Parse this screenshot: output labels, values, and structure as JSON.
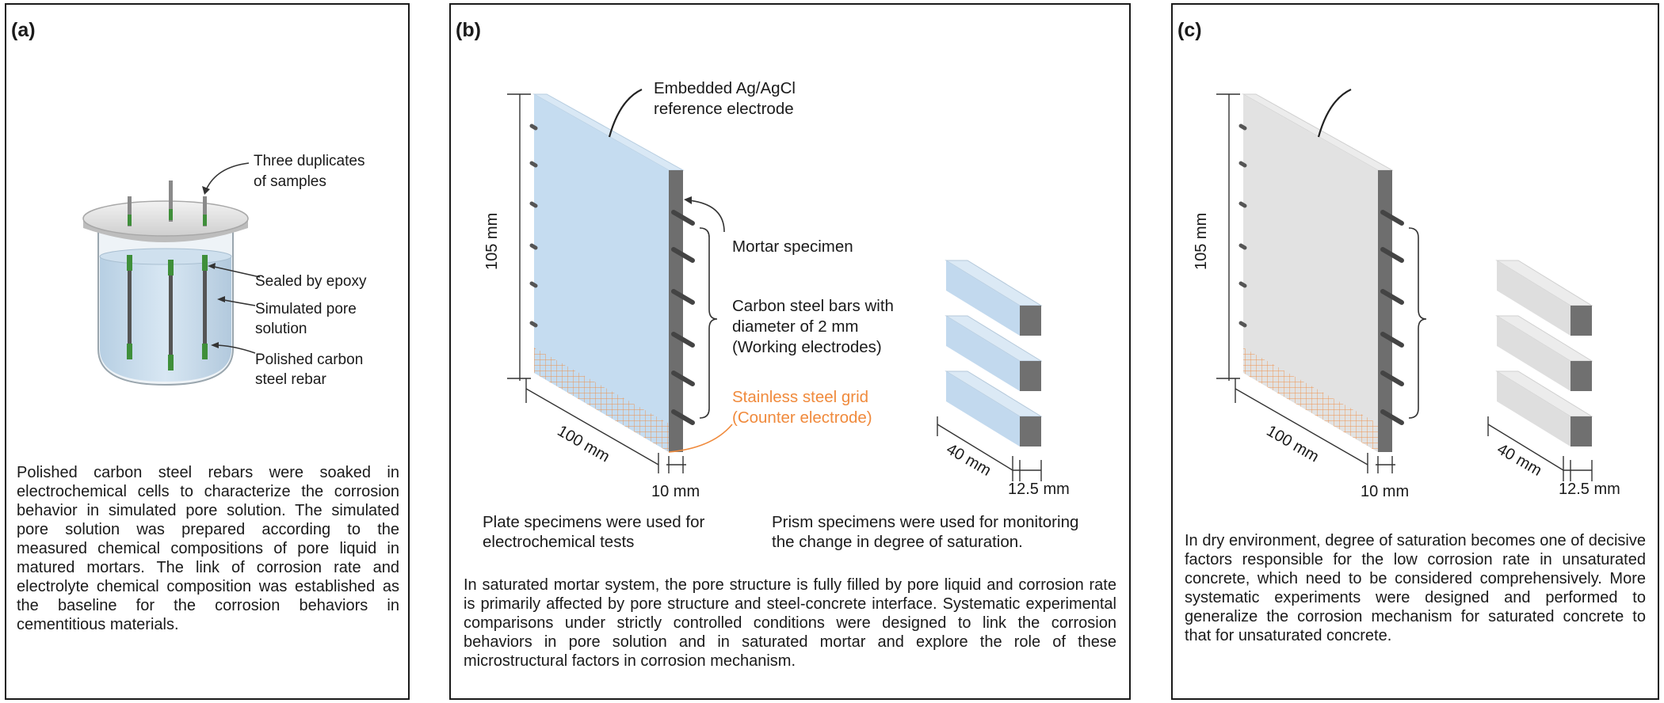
{
  "panels": {
    "a": {
      "label": "(a)",
      "annotations": {
        "duplicates_1": "Three duplicates",
        "duplicates_2": "of samples",
        "sealed": "Sealed by epoxy",
        "pore_1": "Simulated pore",
        "pore_2": "solution",
        "rebar_1": "Polished carbon",
        "rebar_2": "steel rebar"
      },
      "description": "Polished carbon steel rebars were soaked in electrochemical cells to characterize the corrosion behavior in simulated pore solution. The simulated pore solution was prepared according to the measured chemical compositions of pore liquid in matured mortars. The link of corrosion rate and electrolyte chemical composition was established as the baseline for the corrosion behaviors in cementitious materials."
    },
    "b": {
      "label": "(b)",
      "annotations": {
        "ref_1": "Embedded Ag/AgCl",
        "ref_2": "reference electrode",
        "mortar": "Mortar specimen",
        "bars_1": "Carbon steel bars with",
        "bars_2": "diameter of 2 mm",
        "bars_3": "(Working electrodes)",
        "grid_1": "Stainless steel grid",
        "grid_2": "(Counter electrode)"
      },
      "dimensions": {
        "height": "105 mm",
        "width": "100 mm",
        "thickness": "10 mm",
        "prism_length": "40 mm",
        "prism_side": "12.5 mm"
      },
      "captions": {
        "plate_1": "Plate specimens were used for",
        "plate_2": "electrochemical tests",
        "prism_1": "Prism specimens were used for monitoring",
        "prism_2": "the change in degree of saturation."
      },
      "description": "In saturated mortar system, the pore structure is fully filled by pore liquid and corrosion rate is primarily affected by pore structure and steel-concrete interface. Systematic experimental comparisons under strictly controlled conditions were designed to link the corrosion behaviors in pore solution and in saturated mortar and explore the role of these microstructural factors in corrosion mechanism."
    },
    "c": {
      "label": "(c)",
      "dimensions": {
        "height": "105 mm",
        "width": "100 mm",
        "thickness": "10 mm",
        "prism_length": "40 mm",
        "prism_side": "12.5 mm"
      },
      "description": "In dry environment, degree of saturation becomes one of decisive factors responsible for the low corrosion rate in unsaturated concrete, which need to be considered comprehensively. More systematic experiments were designed and performed to generalize the corrosion mechanism for saturated concrete to that for unsaturated concrete."
    }
  },
  "colors": {
    "mortar_face": "#c5dcf0",
    "mortar_top": "#d9e8f5",
    "concrete_face": "#e2e2e2",
    "concrete_top": "#ececec",
    "side_dark": "#6e6e6e",
    "grid_orange": "#f08a3c",
    "counter_text": "#f08a3c",
    "epoxy_green": "#3f8f3a"
  }
}
